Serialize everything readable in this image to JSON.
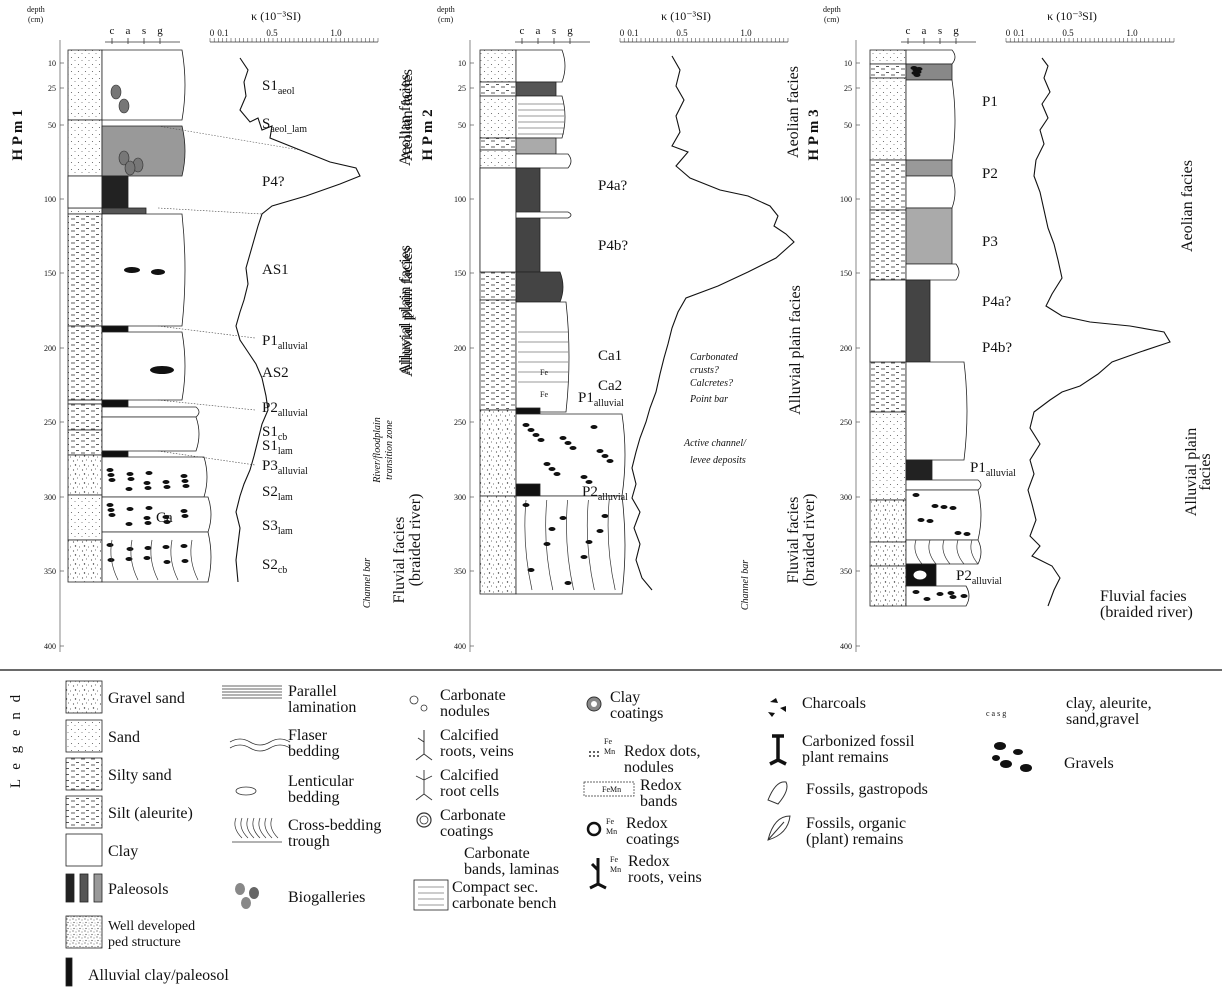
{
  "axis": {
    "depth_label_1": "depth",
    "depth_label_2": "(cm)",
    "grain_classes": [
      "c",
      "a",
      "s",
      "g"
    ],
    "kappa_title": "κ (10⁻³SI)",
    "kappa_ticks": [
      "0",
      "0.1",
      "0.5",
      "1.0"
    ],
    "depth_ticks": [
      "10",
      "25",
      "50",
      "100",
      "150",
      "200",
      "250",
      "300",
      "350",
      "400"
    ]
  },
  "profiles": [
    {
      "title": "H P m 1",
      "units": [
        {
          "name": "S1",
          "sub": "aeol"
        },
        {
          "name": "S",
          "sub": "aeol_lam"
        },
        {
          "name": "P4?",
          "sub": ""
        },
        {
          "name": "AS1",
          "sub": ""
        },
        {
          "name": "P1",
          "sub": "alluvial"
        },
        {
          "name": "AS2",
          "sub": ""
        },
        {
          "name": "P2",
          "sub": "alluvial"
        },
        {
          "name": "S1",
          "sub": "cb"
        },
        {
          "name": "S1",
          "sub": "lam"
        },
        {
          "name": "P3",
          "sub": "alluvial"
        },
        {
          "name": "S2",
          "sub": "lam"
        },
        {
          "name": "S3",
          "sub": "lam"
        },
        {
          "name": "S2",
          "sub": "cb"
        }
      ],
      "facies": [
        "Aeolian facies",
        "Alluvial plain facies",
        "Fluvial facies",
        "(braided river)"
      ],
      "notes": [
        "River/floodplain",
        "transition zone",
        "Channel bar"
      ],
      "inline_labels": [
        "Ca"
      ]
    },
    {
      "title": "H P m 2",
      "units": [
        {
          "name": "P4a?",
          "sub": ""
        },
        {
          "name": "P4b?",
          "sub": ""
        },
        {
          "name": "Ca1",
          "sub": ""
        },
        {
          "name": "Ca2",
          "sub": ""
        },
        {
          "name": "P1",
          "sub": "alluvial"
        },
        {
          "name": "P2",
          "sub": "alluvial"
        }
      ],
      "facies": [
        "Aeolian facies",
        "Alluvial plain facies",
        "Fluvial facies",
        "(braided river)"
      ],
      "notes": [
        "Carbonated",
        "crusts?",
        "Calcretes?",
        "Point bar",
        "Active channel/",
        "levee deposits",
        "Channel bar"
      ],
      "inline_labels": [
        "Fe",
        "Fe"
      ]
    },
    {
      "title": "H P m 3",
      "units": [
        {
          "name": "P1",
          "sub": ""
        },
        {
          "name": "P2",
          "sub": ""
        },
        {
          "name": "P3",
          "sub": ""
        },
        {
          "name": "P4a?",
          "sub": ""
        },
        {
          "name": "P4b?",
          "sub": ""
        },
        {
          "name": "P1",
          "sub": "alluvial"
        },
        {
          "name": "P2",
          "sub": "alluvial"
        }
      ],
      "facies": [
        "Aeolian facies",
        "Alluvial plain facies",
        "Alluvial plain",
        "facies",
        "Fluvial facies",
        "(braided river)",
        "Fluvial facies",
        "(braided river)"
      ],
      "notes": [],
      "inline_labels": []
    }
  ],
  "legend": {
    "title": "L e g e n d",
    "col1": [
      "Gravel sand",
      "Sand",
      "Silty sand",
      "Silt (aleurite)",
      "Clay",
      "Paleosols",
      "Well developed",
      "ped structure",
      "Alluvial clay/paleosol"
    ],
    "col2": [
      "Parallel",
      "lamination",
      "Flaser",
      "bedding",
      "Lenticular",
      "bedding",
      "Cross-bedding",
      "trough",
      "Biogalleries"
    ],
    "col3": [
      "Carbonate",
      "nodules",
      "Calcified",
      "roots, veins",
      "Calcified",
      "root cells",
      "Carbonate",
      "coatings",
      "Carbonate",
      "bands, laminas",
      "Compact sec.",
      "carbonate bench"
    ],
    "col4": [
      "Clay",
      "coatings",
      "Redox dots,",
      "nodules",
      "Redox",
      "bands",
      "Redox",
      "coatings",
      "Redox",
      "roots, veins"
    ],
    "col5": [
      "Charcoals",
      "Carbonized fossil",
      "plant remains",
      "Fossils, gastropods",
      "Fossils, organic",
      "(plant) remains"
    ],
    "col6": [
      "c a s g",
      "clay, aleurite,",
      "sand,gravel",
      "Gravels"
    ],
    "fe_mn": [
      "Fe",
      "Mn"
    ]
  }
}
